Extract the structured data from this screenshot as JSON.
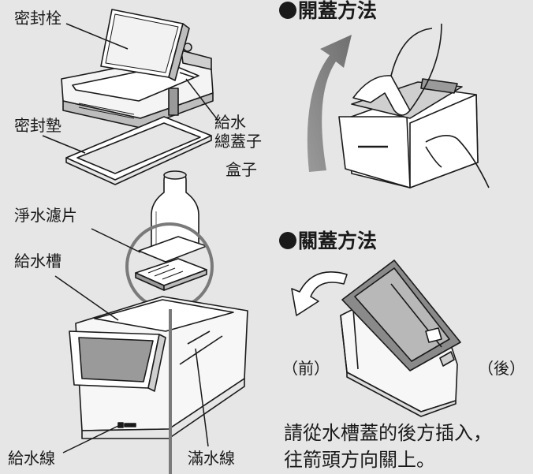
{
  "labels": {
    "seal_plug": "密封栓",
    "seal_gasket": "密封墊",
    "cover_line1": "給水",
    "cover_line2": "總蓋子",
    "box": "盒子",
    "filter": "淨水濾片",
    "tank": "給水槽",
    "supply_line": "給水線",
    "full_line": "滿水線"
  },
  "open_section": {
    "title": "開蓋方法"
  },
  "close_section": {
    "title": "關蓋方法",
    "front": "（前）",
    "back": "（後）",
    "instruction_line1": "請從水槽蓋的後方插入，",
    "instruction_line2": "往箭頭方向關上。"
  },
  "colors": {
    "background": "#e6e6e6",
    "ink": "#1a1a1a",
    "part_fill": "#ffffff",
    "shade": "#c8c8c8",
    "dark_part": "#8a8a8a",
    "arrow": "#8c8c8c"
  }
}
